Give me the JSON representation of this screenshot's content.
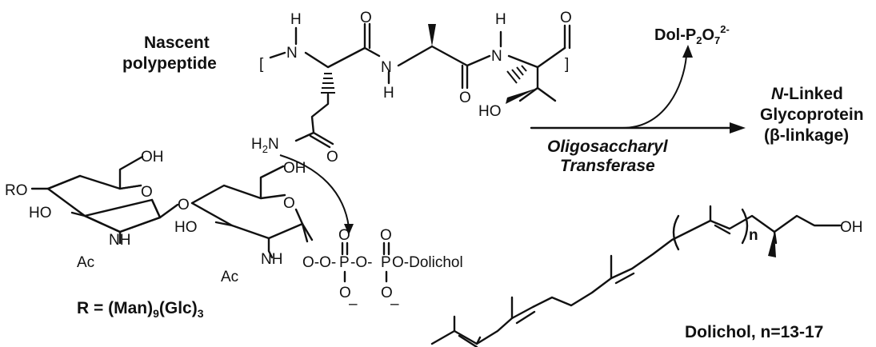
{
  "labels": {
    "nascent_line1": "Nascent",
    "nascent_line2": "polypeptide",
    "pyrophosphate": "Dol-P",
    "pyrophosphate_sub1": "2",
    "pyrophosphate_mid": "O",
    "pyrophosphate_sub2": "7",
    "pyrophosphate_sup": "2-",
    "product_line1_italic": "N",
    "product_line1_rest": "-Linked",
    "product_line2": "Glycoprotein",
    "product_line3": "(β-linkage)",
    "enzyme_line1": "Oligosaccharyl",
    "enzyme_line2": "Transferase",
    "r_def_prefix": "R = (Man)",
    "r_def_sub1": "9",
    "r_def_mid": "(Glc)",
    "r_def_sub2": "3",
    "dolichol_caption": "Dolichol, n=13-17"
  },
  "atoms": {
    "h": "H",
    "n": "N",
    "o": "O",
    "ho": "HO",
    "h2n_prefix": "H",
    "h2n_sub": "2",
    "h2n_suffix": "N",
    "oh": "OH",
    "ro": "RO",
    "nh": "NH",
    "ac": "Ac",
    "p": "P",
    "minus": "–",
    "o_dolichol": "O-Dolichol",
    "dash_o": "-O-",
    "n_repeat": "n",
    "bracket_open": "[",
    "bracket_close": "]"
  }
}
